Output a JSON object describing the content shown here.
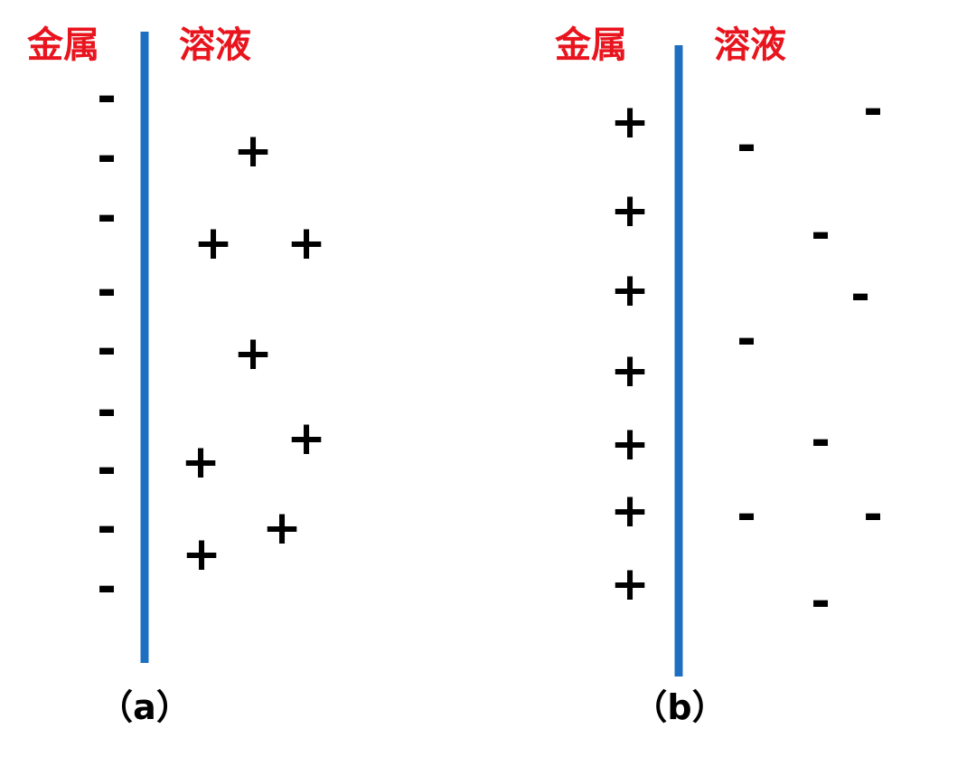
{
  "colors": {
    "label": "#e8141e",
    "interface": "#1f6fc0",
    "charge": "#000000",
    "background": "#ffffff"
  },
  "panels": [
    {
      "id": "a",
      "metal_label": "金属",
      "solution_label": "溶液",
      "caption": "（a）",
      "metal_charges": [
        "-",
        "-",
        "-",
        "-",
        "-",
        "-",
        "-",
        "-",
        "-"
      ],
      "solution_charges": [
        "+",
        "+",
        "+",
        "+",
        "+",
        "+",
        "+",
        "+"
      ]
    },
    {
      "id": "b",
      "metal_label": "金属",
      "solution_label": "溶液",
      "caption": "（b）",
      "metal_charges": [
        "+",
        "+",
        "+",
        "+",
        "+",
        "+",
        "+"
      ],
      "solution_charges": [
        "-",
        "-",
        "-",
        "-",
        "-",
        "-",
        "-",
        "-",
        "-"
      ]
    }
  ]
}
